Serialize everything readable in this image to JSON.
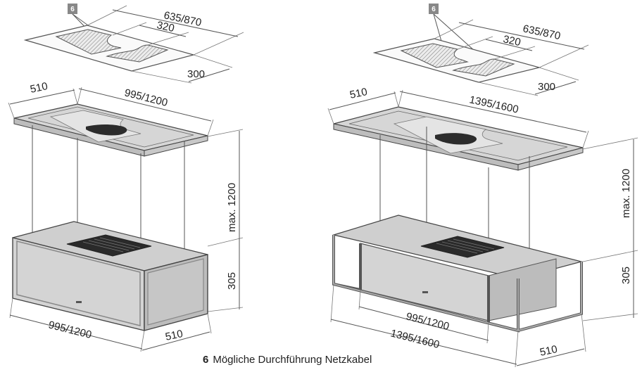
{
  "caption": {
    "number": "6",
    "text": "Mögliche Durchführung Netzkabel"
  },
  "left": {
    "badge": "6",
    "plate_length": "635/870",
    "cutout_length": "320",
    "plate_width": "300",
    "top_depth": "510",
    "top_length": "995/1200",
    "max_height": "max. 1200",
    "box_height": "305",
    "bottom_length": "995/1200",
    "bottom_depth": "510"
  },
  "right": {
    "badge": "6",
    "plate_length": "635/870",
    "cutout_length": "320",
    "plate_width": "300",
    "top_depth": "510",
    "top_length": "1395/1600",
    "max_height": "max. 1200",
    "box_height": "305",
    "bottom_length_inner": "995/1200",
    "bottom_length_outer": "1395/1600",
    "bottom_depth": "510"
  },
  "colors": {
    "line": "#555555",
    "panel": "#d0d0d0",
    "panel_dark": "#bcbcbc",
    "frame": "#8a8a8a",
    "badge": "#888888"
  }
}
